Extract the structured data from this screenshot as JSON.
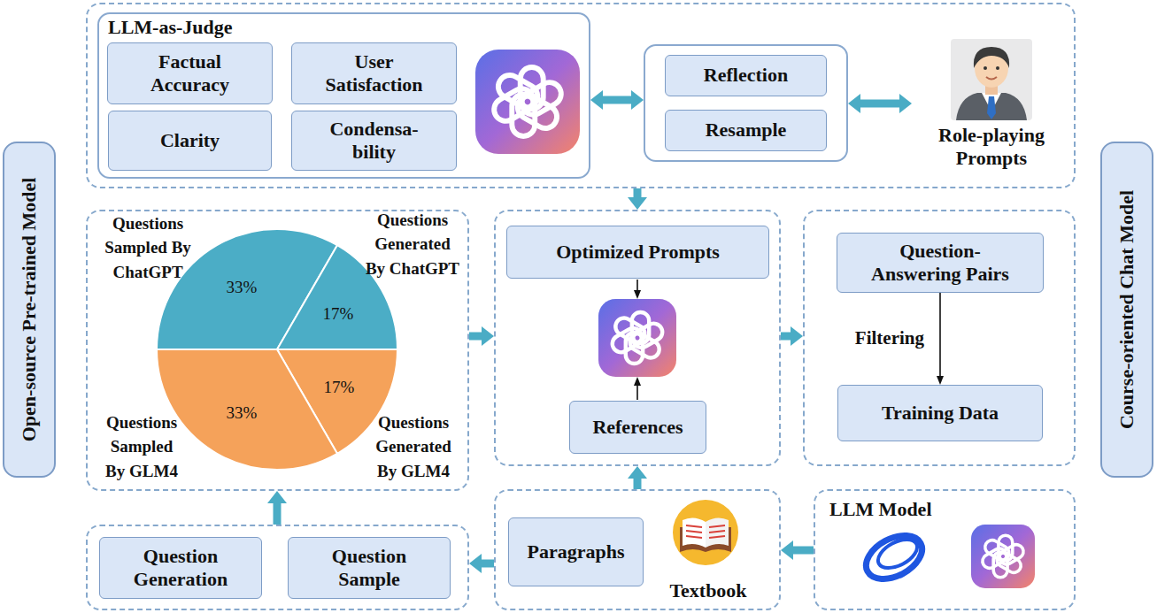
{
  "diagram": {
    "nodes": [
      {
        "text": [
          "Open-source Pre-trained Model"
        ]
      },
      {
        "text": []
      },
      {
        "text": [
          "LLM-as-Judge"
        ],
        "in": 1
      },
      {
        "text": [
          "Factual Accuracy"
        ],
        "in": 2
      },
      {
        "text": [
          "User Satisfaction"
        ],
        "in": 2
      },
      {
        "text": [
          "Clarity"
        ],
        "in": 2
      },
      {
        "text": [
          "Condensa- bility"
        ],
        "in": 2
      },
      {
        "text": [],
        "in": 1
      },
      {
        "text": [
          "Reflection"
        ],
        "in": 7
      },
      {
        "text": [
          "Resample"
        ],
        "in": 7
      },
      {
        "text": [
          "Role-playing Prompts"
        ],
        "in": 1
      },
      {
        "text": []
      },
      {
        "text": []
      },
      {
        "text": [
          "Optimized Prompts"
        ],
        "in": 12
      },
      {
        "text": [
          "References"
        ],
        "in": 12
      },
      {
        "text": []
      },
      {
        "text": [
          "Question- Answering Pairs"
        ],
        "in": 15
      },
      {
        "text": [
          "Training Data"
        ],
        "in": 15
      },
      {
        "text": [
          "Course-oriented Chat Model"
        ]
      },
      {
        "text": []
      },
      {
        "text": [
          "Question Generation"
        ],
        "in": 19
      },
      {
        "text": [
          "Question Sample"
        ],
        "in": 19
      },
      {
        "text": [
          "Textbook"
        ]
      },
      {
        "text": [
          "Paragraphs"
        ],
        "in": 22
      },
      {
        "text": [
          "LLM Model"
        ]
      }
    ],
    "edges": [
      {
        "from": 2,
        "to": 7,
        "arrow": "both"
      },
      {
        "from": 7,
        "to": 10,
        "arrow": "both"
      },
      {
        "from": 1,
        "to": 12,
        "arrow": "to"
      },
      {
        "from": 11,
        "to": 12,
        "arrow": "to"
      },
      {
        "from": 12,
        "to": 15,
        "arrow": "to"
      },
      {
        "from": 16,
        "to": 17,
        "arrow": "to",
        "label": "Filtering"
      },
      {
        "from": 19,
        "to": 11,
        "arrow": "to"
      },
      {
        "from": 22,
        "to": 19,
        "arrow": "to"
      },
      {
        "from": 24,
        "to": 22,
        "arrow": "to"
      },
      {
        "from": 22,
        "to": 12,
        "arrow": "to"
      }
    ],
    "labels": [
      "Questions Sampled By ChatGPT",
      "Questions Generated By ChatGPT",
      "33%",
      "17%",
      "33%",
      "17%",
      "Questions Sampled By GLM4",
      "Questions Generated By GLM4"
    ]
  }
}
